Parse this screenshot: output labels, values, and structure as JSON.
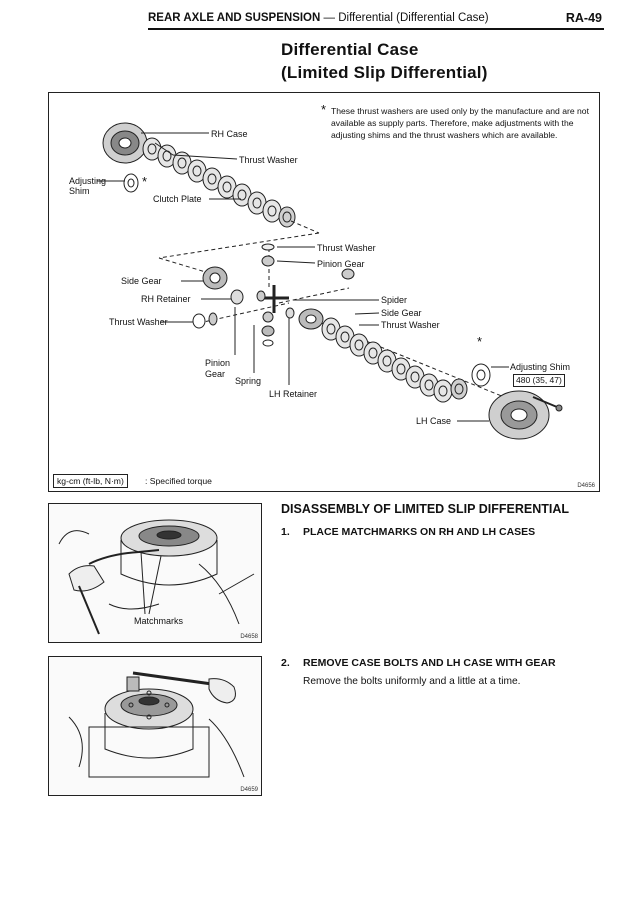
{
  "header": {
    "section": "REAR AXLE AND SUSPENSION",
    "subsection": "— Differential (Differential Case)",
    "page": "RA-49"
  },
  "title": {
    "line1": "Differential Case",
    "line2": "(Limited Slip Differential)"
  },
  "diagram": {
    "note": "These thrust washers are used only by the manufacture and are not available as supply parts. Therefore, make adjustments with the adjusting shims and the thrust washers which are available.",
    "note_star": "*",
    "labels": {
      "rh_case": "RH Case",
      "thrust_washer_top": "Thrust Washer",
      "adjusting_shim_left_1": "Adjusting",
      "adjusting_shim_left_2": "Shim",
      "clutch_plate": "Clutch Plate",
      "thrust_washer_mid": "Thrust Washer",
      "pinion_gear_mid": "Pinion Gear",
      "side_gear_left": "Side Gear",
      "rh_retainer": "RH Retainer",
      "thrust_washer_left": "Thrust Washer",
      "spider": "Spider",
      "side_gear_right": "Side Gear",
      "thrust_washer_right": "Thrust Washer",
      "pinion_gear_low_1": "Pinion",
      "pinion_gear_low_2": "Gear",
      "spring": "Spring",
      "lh_retainer": "LH Retainer",
      "adjusting_shim_right": "Adjusting Shim",
      "torque": "480 (35, 47)",
      "lh_case": "LH Case",
      "star_left": "*",
      "star_right": "*"
    },
    "legend_unit": "kg-cm (ft-lb, N·m)",
    "legend_text": ": Specified torque",
    "figure_code": "D4656"
  },
  "section": {
    "title": "DISASSEMBLY OF LIMITED SLIP DIFFERENTIAL"
  },
  "steps": [
    {
      "number": "1.",
      "title": "PLACE MATCHMARKS ON RH AND LH CASES",
      "description": ""
    },
    {
      "number": "2.",
      "title": "REMOVE CASE BOLTS AND LH CASE WITH GEAR",
      "description": "Remove the bolts uniformly and a little at a time."
    }
  ],
  "photos": [
    {
      "label": "Matchmarks",
      "figure_code": "D4658"
    },
    {
      "label": "",
      "figure_code": "D4659"
    }
  ]
}
